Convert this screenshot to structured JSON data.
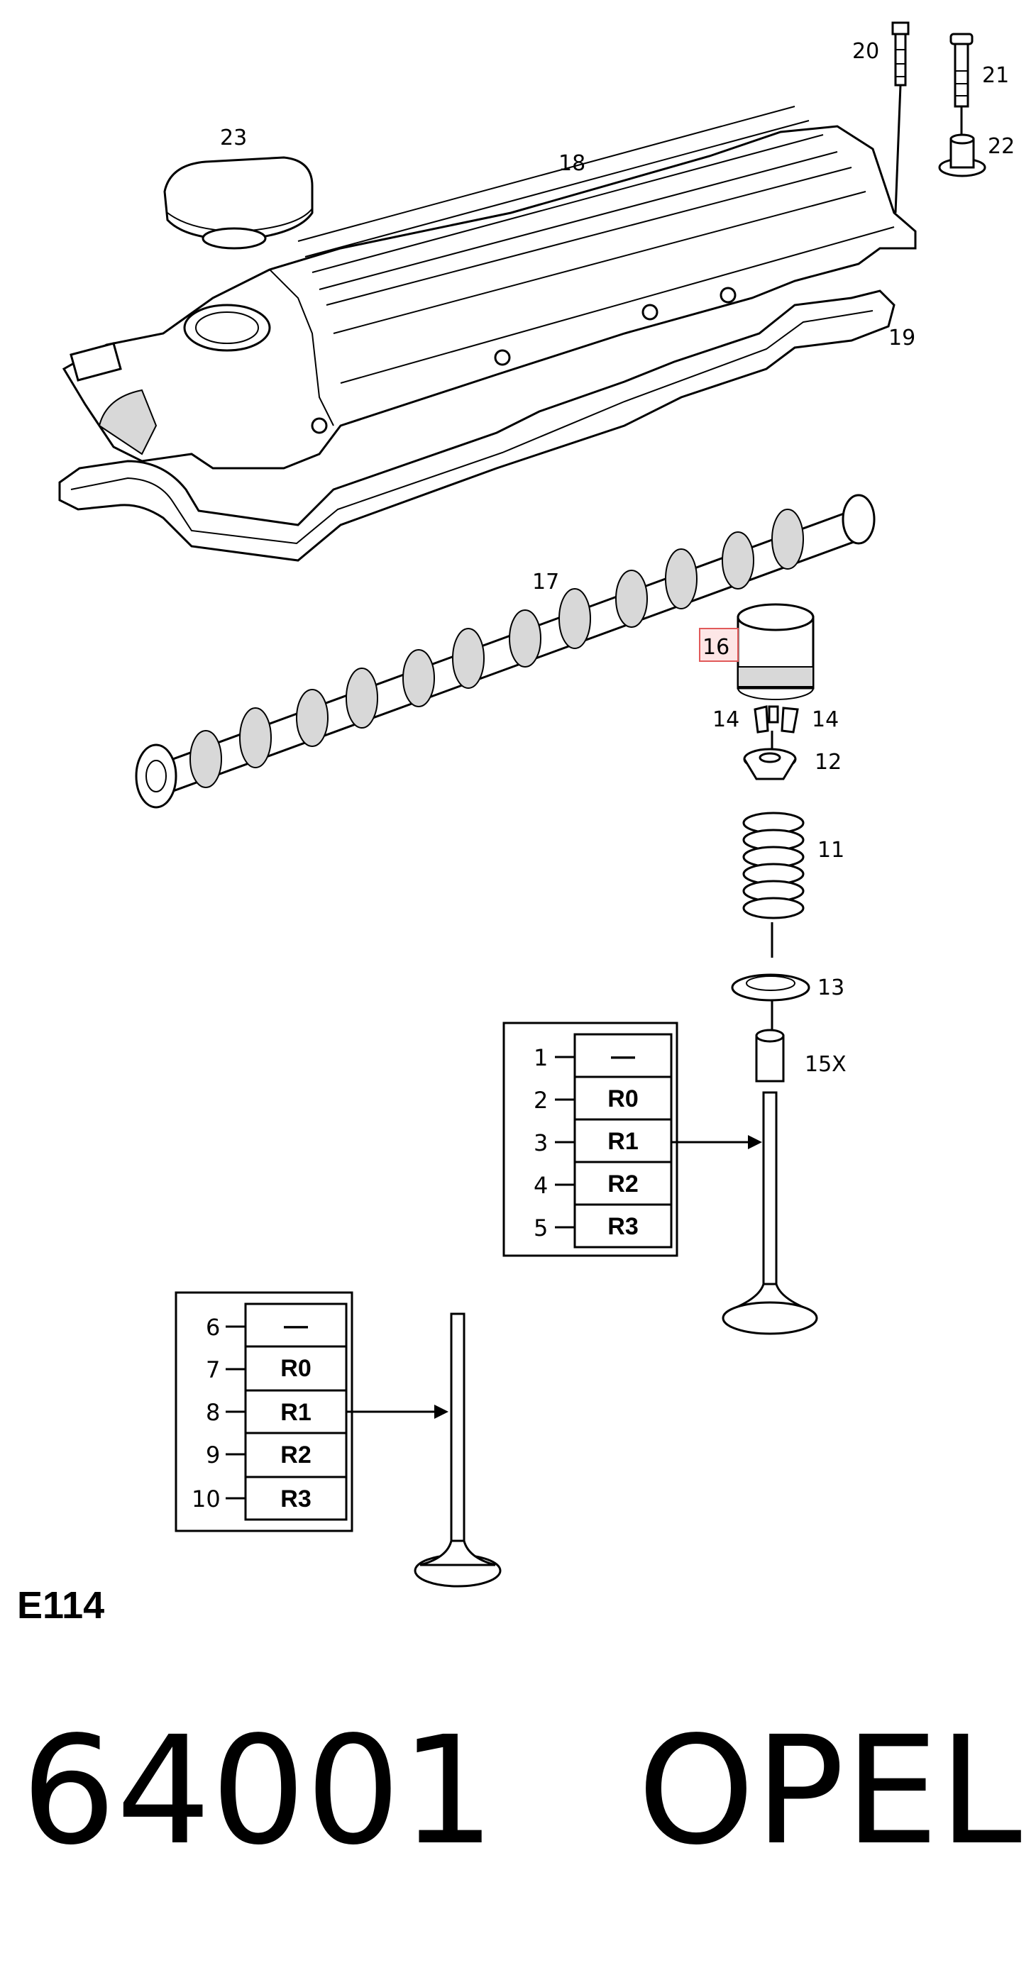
{
  "callouts": {
    "c11": "11",
    "c12": "12",
    "c13": "13",
    "c14a": "14",
    "c14b": "14",
    "c15": "15X",
    "c16": "16",
    "c17": "17",
    "c18": "18",
    "c19": "19",
    "c20": "20",
    "c21": "21",
    "c22": "22",
    "c23": "23"
  },
  "valve_table_upper": [
    {
      "id": "1",
      "code": "—"
    },
    {
      "id": "2",
      "code": "R0"
    },
    {
      "id": "3",
      "code": "R1"
    },
    {
      "id": "4",
      "code": "R2"
    },
    {
      "id": "5",
      "code": "R3"
    }
  ],
  "valve_table_lower": [
    {
      "id": "6",
      "code": "—"
    },
    {
      "id": "7",
      "code": "R0"
    },
    {
      "id": "8",
      "code": "R1"
    },
    {
      "id": "9",
      "code": "R2"
    },
    {
      "id": "10",
      "code": "R3"
    }
  ],
  "diagram_code": "E114",
  "footer": {
    "page_number": "64001",
    "brand": "OPEL"
  },
  "colors": {
    "highlight_fill": "#fde6e6",
    "highlight_border": "#e15a5a"
  }
}
